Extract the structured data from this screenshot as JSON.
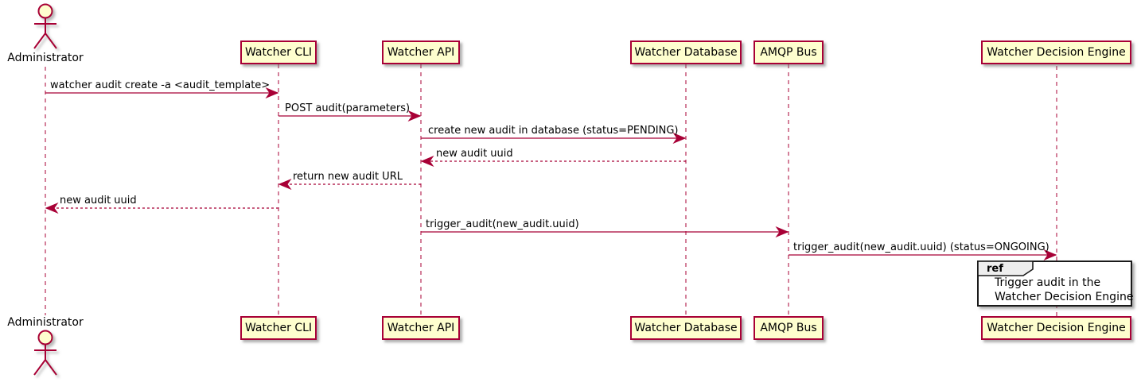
{
  "diagram": {
    "type": "uml-sequence-diagram",
    "participants": [
      {
        "name": "Administrator",
        "kind": "actor"
      },
      {
        "name": "Watcher CLI",
        "kind": "participant"
      },
      {
        "name": "Watcher API",
        "kind": "participant"
      },
      {
        "name": "Watcher Database",
        "kind": "participant"
      },
      {
        "name": "AMQP Bus",
        "kind": "participant"
      },
      {
        "name": "Watcher Decision Engine",
        "kind": "participant"
      }
    ],
    "messages": [
      {
        "from": "Administrator",
        "to": "Watcher CLI",
        "text": "watcher audit create -a <audit_template>",
        "line": "solid"
      },
      {
        "from": "Watcher CLI",
        "to": "Watcher API",
        "text": "POST audit(parameters)",
        "line": "solid"
      },
      {
        "from": "Watcher API",
        "to": "Watcher Database",
        "text": "create new audit in database (status=PENDING)",
        "line": "solid"
      },
      {
        "from": "Watcher Database",
        "to": "Watcher API",
        "text": "new audit uuid",
        "line": "dashed"
      },
      {
        "from": "Watcher API",
        "to": "Watcher CLI",
        "text": "return new audit URL",
        "line": "dashed"
      },
      {
        "from": "Watcher CLI",
        "to": "Administrator",
        "text": "new audit uuid",
        "line": "dashed"
      },
      {
        "from": "Watcher API",
        "to": "AMQP Bus",
        "text": "trigger_audit(new_audit.uuid)",
        "line": "solid"
      },
      {
        "from": "AMQP Bus",
        "to": "Watcher Decision Engine",
        "text": "trigger_audit(new_audit.uuid) (status=ONGOING)",
        "line": "solid"
      }
    ],
    "ref_fragment": {
      "keyword": "ref",
      "over": "Watcher Decision Engine",
      "text_lines": [
        "Trigger audit in the",
        "Watcher Decision Engine"
      ]
    },
    "colors": {
      "accent": "#A80036",
      "participant_fill": "#FEFECE",
      "ref_header_fill": "#EEEEEE",
      "ref_border": "#1A1A1A",
      "background": "#FFFFFF"
    }
  }
}
